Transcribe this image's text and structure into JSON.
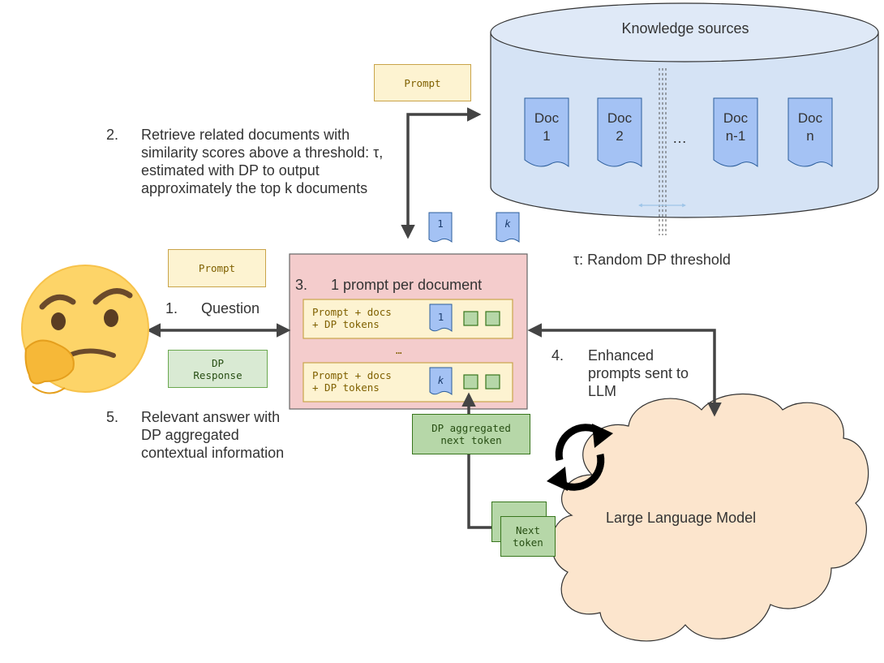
{
  "knowledge": {
    "title": "Knowledge sources",
    "docs": [
      {
        "line1": "Doc",
        "line2": "1"
      },
      {
        "line1": "Doc",
        "line2": "2"
      },
      {
        "line1": "Doc",
        "line2": "n-1"
      },
      {
        "line1": "Doc",
        "line2": "n"
      }
    ],
    "ellipsis": "…"
  },
  "prompt_label": "Prompt",
  "step2": {
    "number": "2.",
    "text": "Retrieve related documents with similarity scores above a threshold: τ, estimated with DP to output approximately the top k documents"
  },
  "retrieved_docs": [
    "1",
    "k"
  ],
  "threshold_label": "τ: Random DP threshold",
  "user_prompt_label": "Prompt",
  "step1": {
    "number": "1.",
    "text": "Question"
  },
  "dp_response": "DP Response",
  "step5": {
    "number": "5.",
    "text": "Relevant answer with DP aggregated contextual information"
  },
  "step3": {
    "number": "3.",
    "text": "1 prompt per document"
  },
  "prompt_rows": [
    {
      "text": "Prompt + docs\n+ DP tokens",
      "doc": "1"
    },
    {
      "text": "Prompt + docs\n+ DP tokens",
      "doc": "k"
    }
  ],
  "rows_ellipsis": "…",
  "step4": {
    "number": "4.",
    "text": "Enhanced prompts sent to LLM"
  },
  "dp_aggregated": "DP aggregated next token",
  "next_token": "Next token",
  "llm_label": "Large Language Model",
  "colors": {
    "doc_fill": "#a4c2f4",
    "db_fill": "#d5e3f5",
    "prompt_panel": "#f4cccc",
    "cloud": "#fce5cd",
    "arrow": "#444444"
  }
}
